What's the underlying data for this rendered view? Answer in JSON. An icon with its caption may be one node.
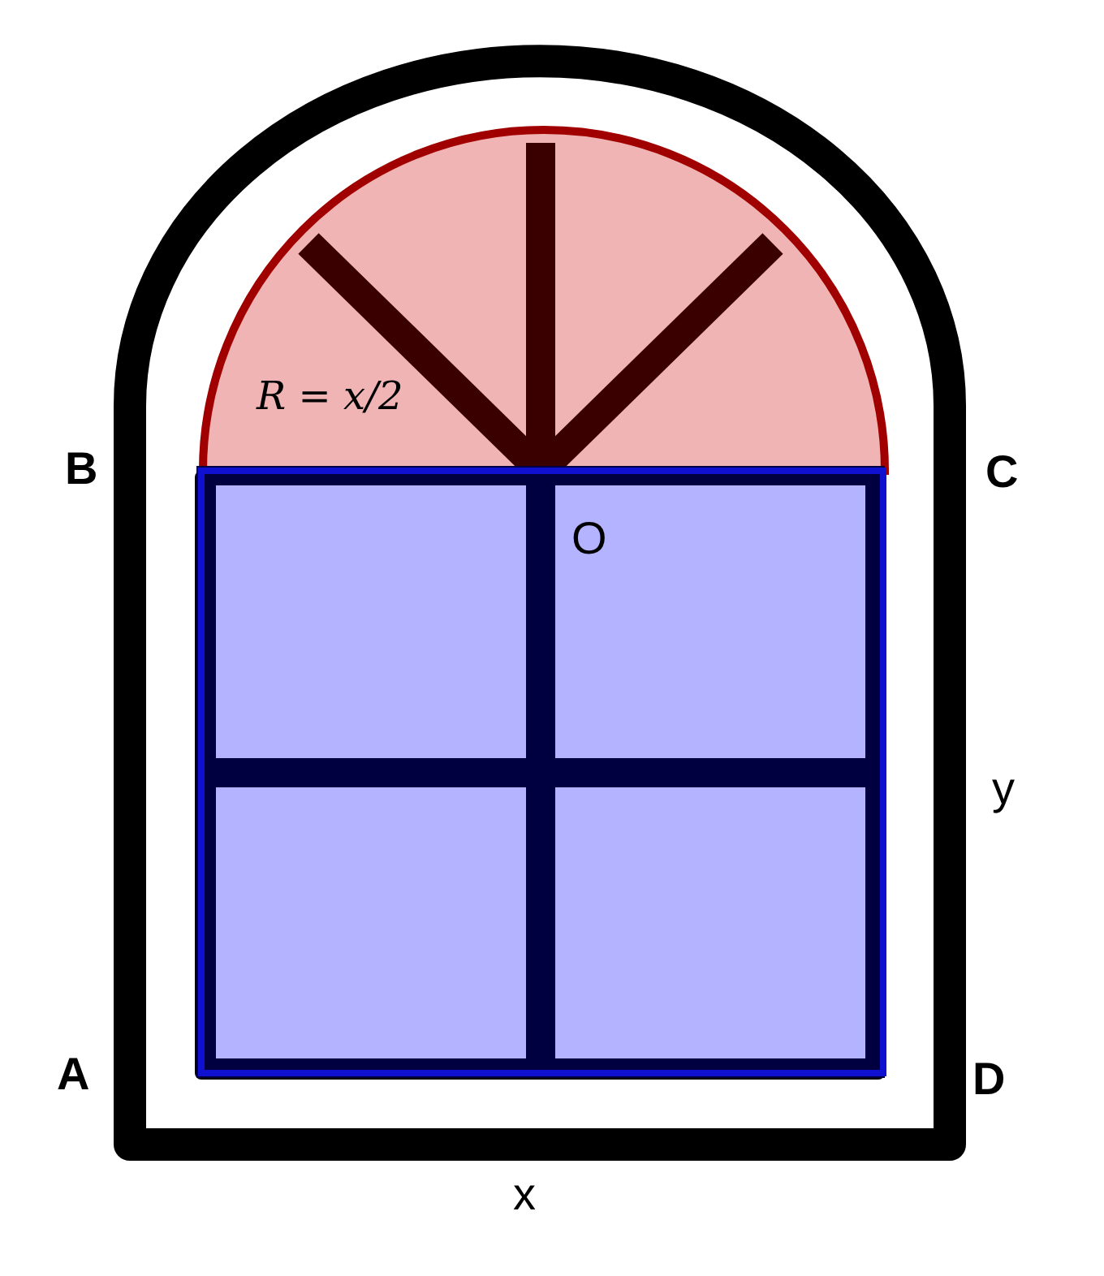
{
  "diagram": {
    "labels": [
      "R = x/2",
      "B",
      "C",
      "O",
      "y",
      "A",
      "D",
      "x"
    ]
  }
}
